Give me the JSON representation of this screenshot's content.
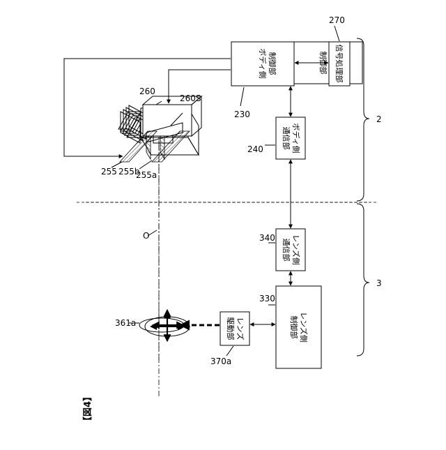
{
  "figure_label": "【図4】",
  "blocks": {
    "body_control": [
      "ボディ側",
      "制御部"
    ],
    "signal_processing": [
      "信号処理部"
    ],
    "body_comm": [
      "ボディ側",
      "通信部"
    ],
    "lens_comm": [
      "レンズ側",
      "通信部"
    ],
    "lens_control": [
      "レンズ側",
      "制御部"
    ],
    "lens_drive": [
      "レンズ",
      "駆動部"
    ]
  },
  "refs": {
    "r270": "270",
    "r230": "230",
    "r240": "240",
    "r260": "260",
    "r260S": "260S",
    "r255": "255",
    "r255b": "255b",
    "r255a": "255a",
    "rO": "O",
    "r340": "340",
    "r330": "330",
    "r361a": "361a",
    "r370a": "370a",
    "g2": "2",
    "g3": "3"
  }
}
